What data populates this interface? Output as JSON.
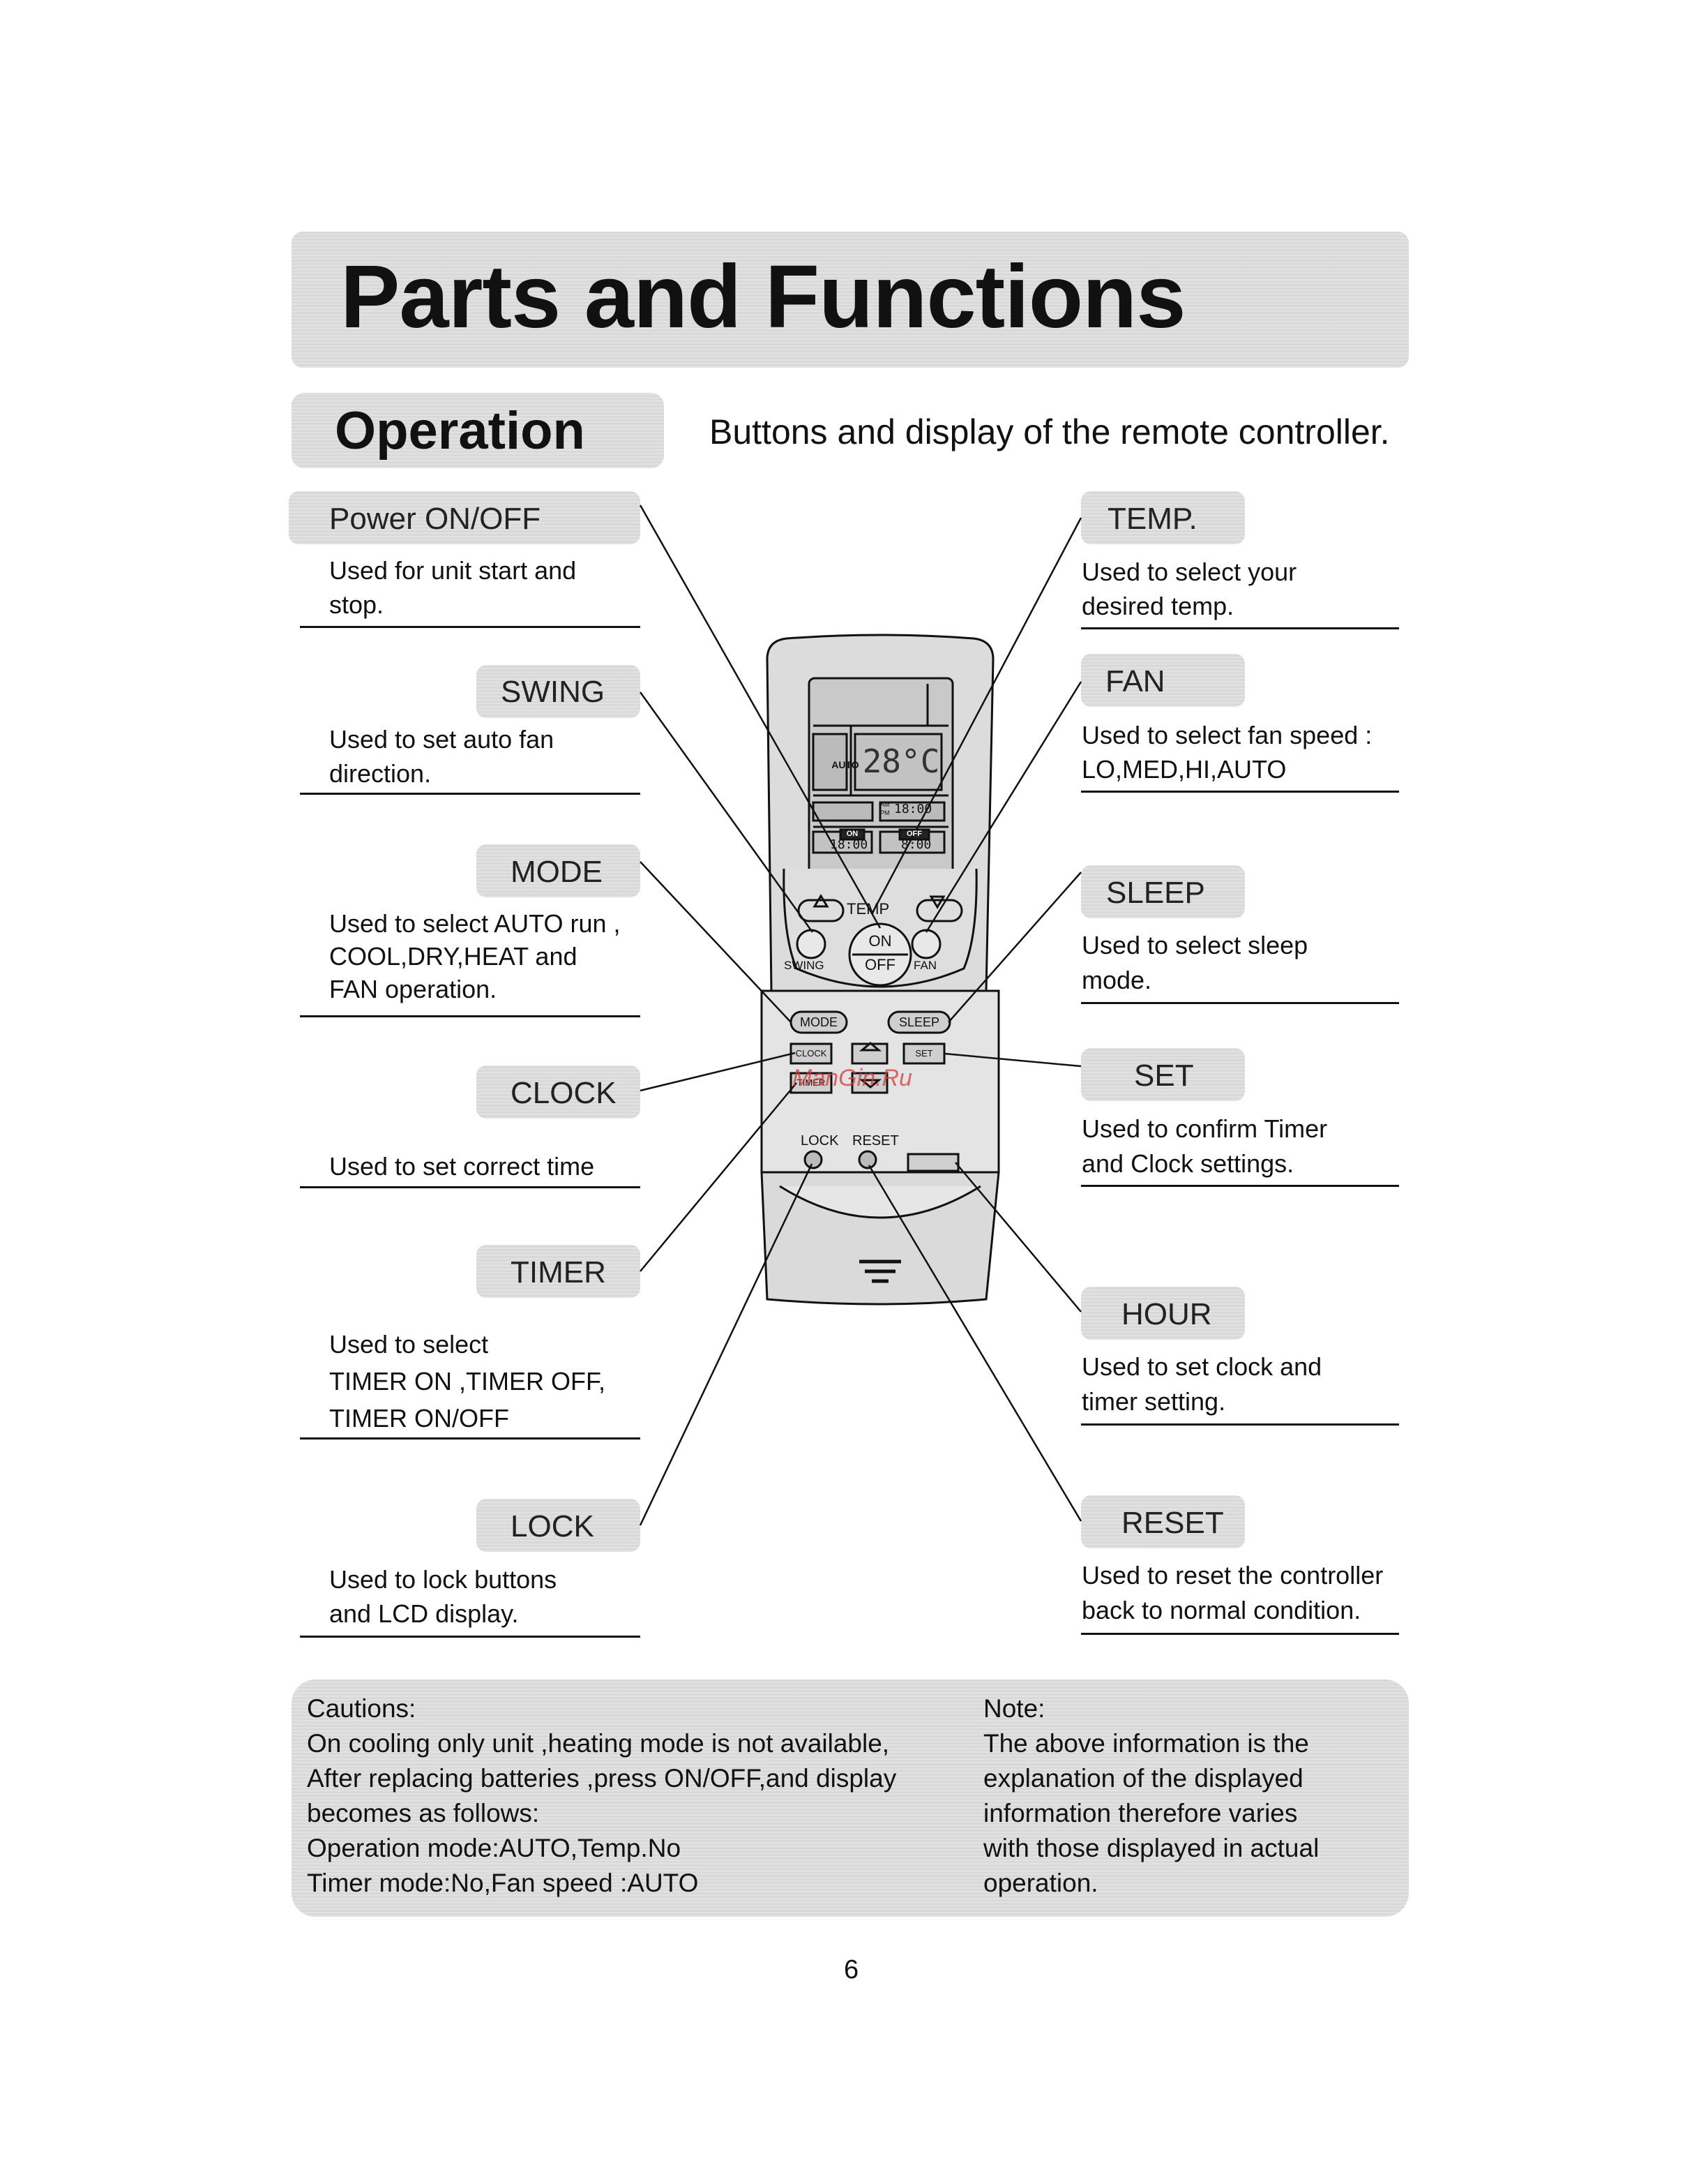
{
  "header": {
    "title": "Parts and Functions"
  },
  "section": {
    "title": "Operation",
    "subtitle": "Buttons and display of the remote controller."
  },
  "left_items": [
    {
      "label": "Power ON/OFF",
      "desc": "Used for unit start and\nstop."
    },
    {
      "label": "SWING",
      "desc": "Used to set auto fan\ndirection."
    },
    {
      "label": "MODE",
      "desc": "Used to select  AUTO run ,\nCOOL,DRY,HEAT and\nFAN operation."
    },
    {
      "label": "CLOCK",
      "desc": "Used to set correct time"
    },
    {
      "label": "TIMER",
      "desc": "Used to select\nTIMER ON ,TIMER OFF,\nTIMER ON/OFF"
    },
    {
      "label": "LOCK",
      "desc": "Used to lock buttons\nand LCD display."
    }
  ],
  "right_items": [
    {
      "label": "TEMP.",
      "desc": "Used  to select your\ndesired temp."
    },
    {
      "label": "FAN",
      "desc": "Used  to select fan speed :\nLO,MED,HI,AUTO"
    },
    {
      "label": "SLEEP",
      "desc": "Used  to select sleep\nmode."
    },
    {
      "label": "SET",
      "desc": "Used  to confirm Timer\nand Clock settings."
    },
    {
      "label": "HOUR",
      "desc": "Used  to set clock and\ntimer setting."
    },
    {
      "label": "RESET",
      "desc": "Used  to reset the controller\nback to normal condition."
    }
  ],
  "remote": {
    "temp_reading": "28°C",
    "clock_reading": "18:00",
    "timer_on": "ON",
    "timer_off": "OFF",
    "timer_on_time": "18:00",
    "timer_off_time": "8:00",
    "btn_temp": "TEMP",
    "btn_on": "ON",
    "btn_off": "OFF",
    "btn_swing": "SWING",
    "btn_fan": "FAN",
    "btn_mode": "MODE",
    "btn_sleep": "SLEEP",
    "btn_clock": "CLOCK",
    "btn_timer": "TIMER",
    "btn_set": "SET",
    "btn_lock": "LOCK",
    "btn_reset": "RESET",
    "am": "AM",
    "pm": "PM",
    "auto": "AUTO",
    "watermark": "ManGin.Ru"
  },
  "cautions": {
    "lines": [
      "Cautions:",
      "On cooling only unit ,heating mode is not available,",
      "After replacing batteries ,press ON/OFF,and display",
      "becomes as follows:",
      "Operation mode:AUTO,Temp.No",
      "Timer mode:No,Fan speed :AUTO"
    ]
  },
  "note": {
    "lines": [
      "Note:",
      "The above information is the",
      "explanation of the displayed",
      "information therefore varies",
      "with those displayed in actual",
      "operation."
    ]
  },
  "footer": {
    "page_number": "6"
  }
}
